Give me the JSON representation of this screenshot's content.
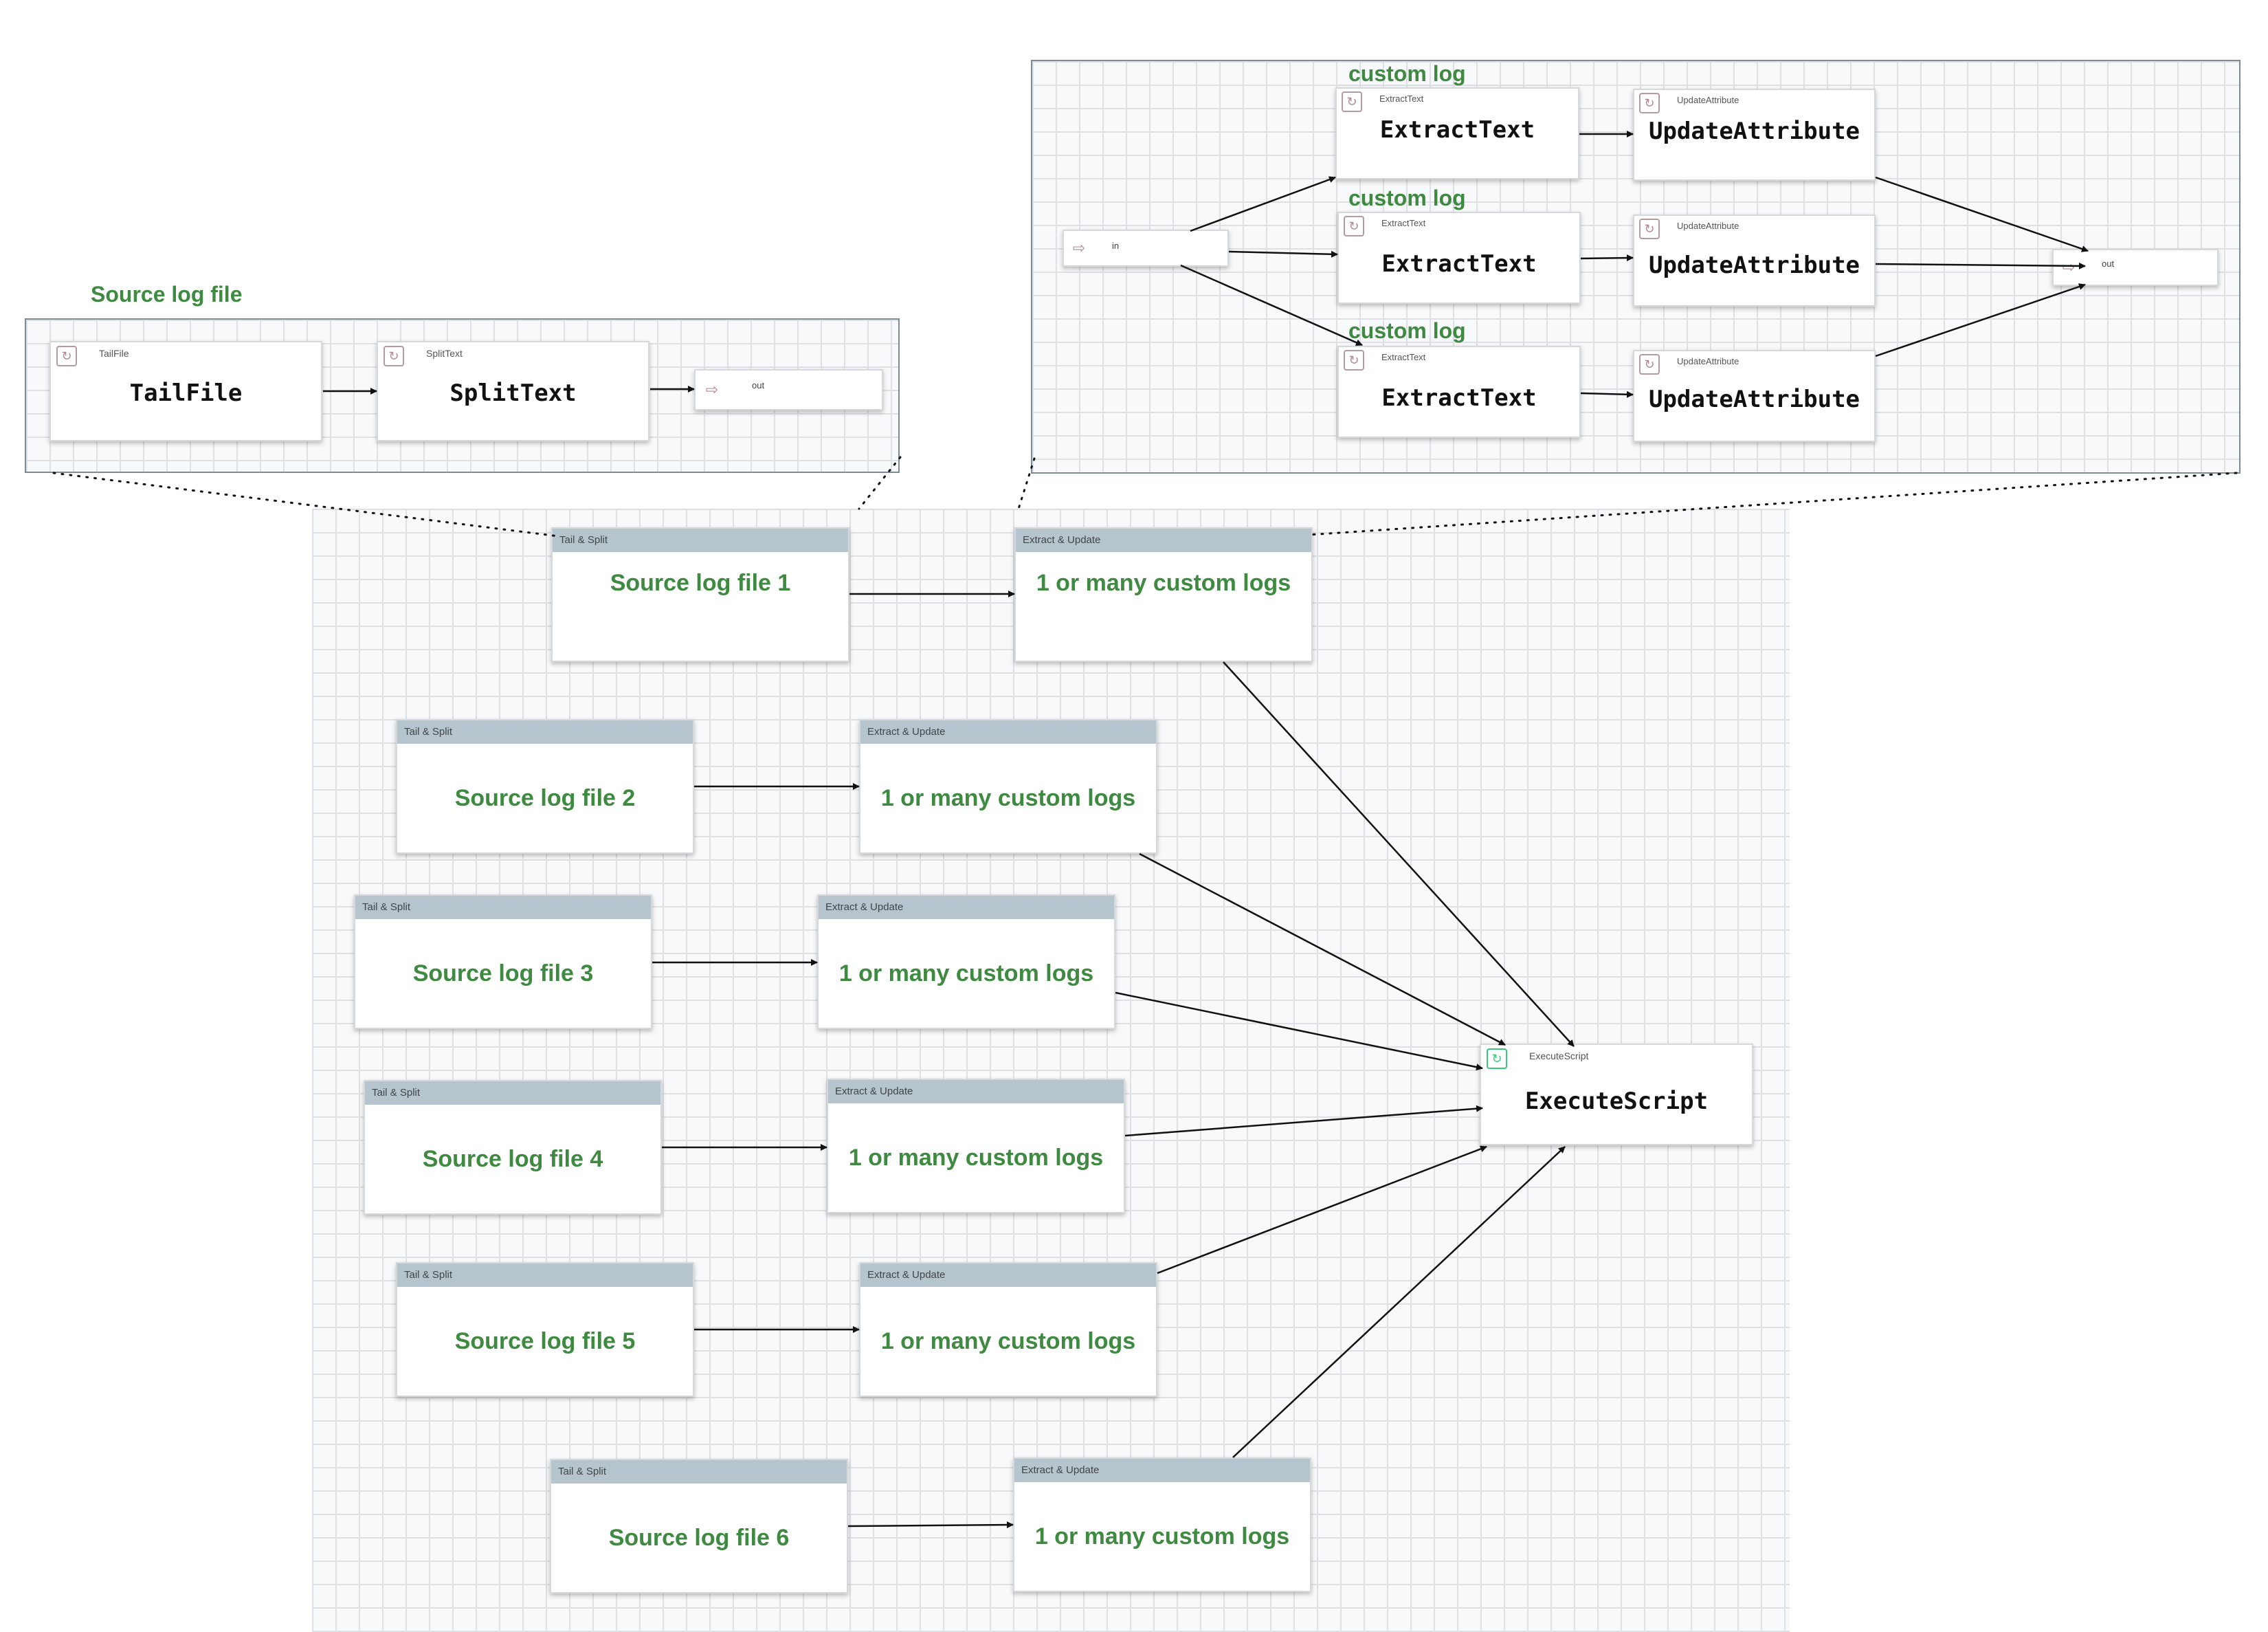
{
  "inset_left": {
    "title": "Source log file",
    "processors": [
      {
        "type": "TailFile",
        "name": "TailFile"
      },
      {
        "type": "SplitText",
        "name": "SplitText"
      }
    ],
    "output_port": "out"
  },
  "inset_right": {
    "input_port": "in",
    "output_port": "out",
    "rows": [
      {
        "label": "custom log",
        "extract": {
          "type": "ExtractText",
          "name": "ExtractText"
        },
        "update": {
          "type": "UpdateAttribute",
          "name": "UpdateAttribute"
        }
      },
      {
        "label": "custom log",
        "extract": {
          "type": "ExtractText",
          "name": "ExtractText"
        },
        "update": {
          "type": "UpdateAttribute",
          "name": "UpdateAttribute"
        }
      },
      {
        "label": "custom log",
        "extract": {
          "type": "ExtractText",
          "name": "ExtractText"
        },
        "update": {
          "type": "UpdateAttribute",
          "name": "UpdateAttribute"
        }
      }
    ]
  },
  "main": {
    "sources": [
      {
        "header": "Tail & Split",
        "label": "Source log file 1"
      },
      {
        "header": "Tail & Split",
        "label": "Source log file 2"
      },
      {
        "header": "Tail & Split",
        "label": "Source log file 3"
      },
      {
        "header": "Tail & Split",
        "label": "Source log file 4"
      },
      {
        "header": "Tail & Split",
        "label": "Source log file 5"
      },
      {
        "header": "Tail & Split",
        "label": "Source log file 6"
      }
    ],
    "extracts": [
      {
        "header": "Extract & Update",
        "label": "1 or many custom logs"
      },
      {
        "header": "Extract & Update",
        "label": "1 or many custom logs"
      },
      {
        "header": "Extract & Update",
        "label": "1 or many custom logs"
      },
      {
        "header": "Extract & Update",
        "label": "1 or many custom logs"
      },
      {
        "header": "Extract & Update",
        "label": "1 or many custom logs"
      },
      {
        "header": "Extract & Update",
        "label": "1 or many custom logs"
      }
    ],
    "execute": {
      "type": "ExecuteScript",
      "name": "ExecuteScript"
    }
  },
  "colors": {
    "label_green": "#3e8a40",
    "header_gray": "#b6c5cd",
    "icon_green": "#37c87a",
    "icon_rose": "#b59aa0"
  },
  "icons": {
    "processor": "refresh-icon",
    "port": "port-arrow-icon"
  }
}
